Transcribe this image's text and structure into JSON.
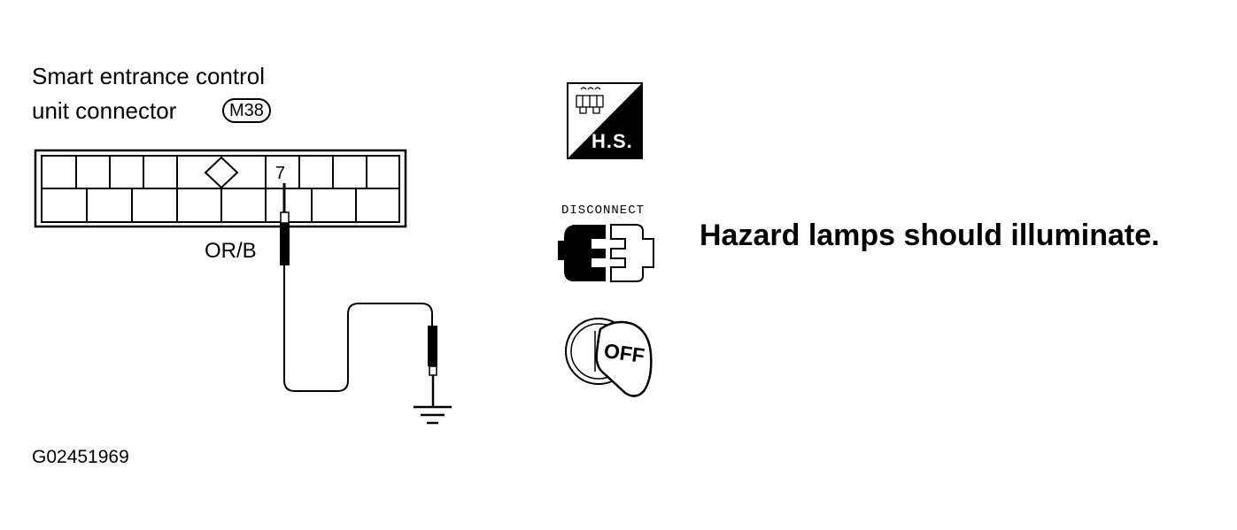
{
  "connector": {
    "title_line1": "Smart entrance control",
    "title_line2": "unit connector",
    "id": "M38",
    "pin_number": "7",
    "wire_color": "OR/B"
  },
  "icons": {
    "harness_side_label": "H.S.",
    "disconnect_label": "DISCONNECT",
    "ignition_label": "OFF"
  },
  "message": "Hazard lamps should illuminate.",
  "figure_code": "G02451969"
}
